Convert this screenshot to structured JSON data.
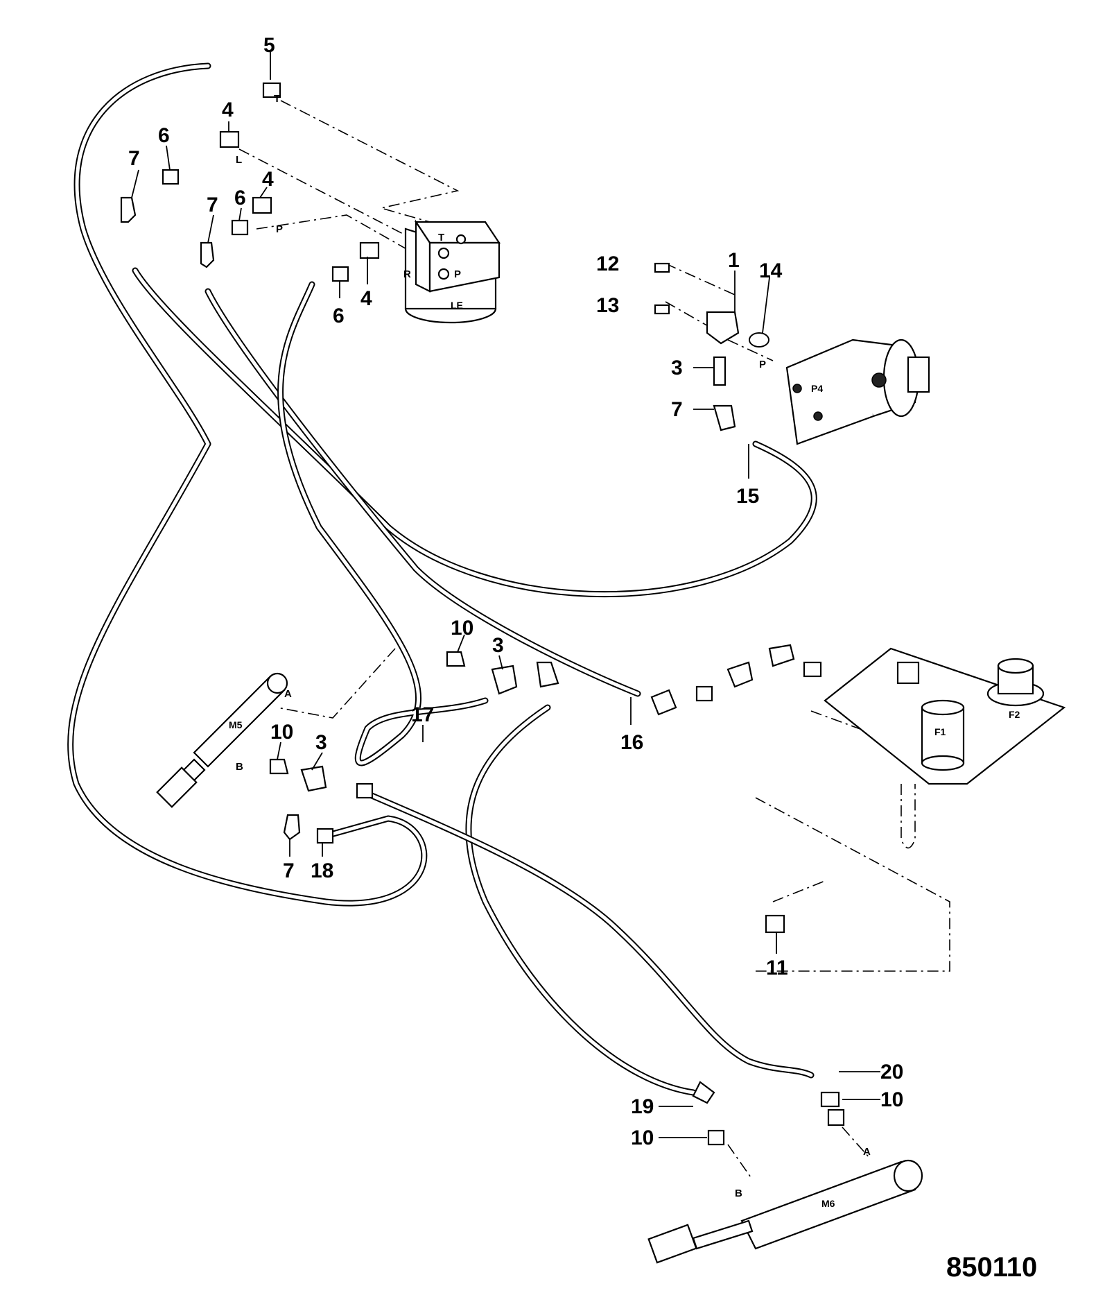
{
  "callouts": {
    "c1": "1",
    "c3a": "3",
    "c3b": "3",
    "c3c": "3",
    "c4a": "4",
    "c4b": "4",
    "c4c": "4",
    "c5": "5",
    "c6a": "6",
    "c6b": "6",
    "c6c": "6",
    "c7a": "7",
    "c7b": "7",
    "c7c": "7",
    "c7d": "7",
    "c10a": "10",
    "c10b": "10",
    "c10c": "10",
    "c10d": "10",
    "c11": "11",
    "c12": "12",
    "c13": "13",
    "c14": "14",
    "c15": "15",
    "c16": "16",
    "c17": "17",
    "c18": "18",
    "c19": "19",
    "c20": "20"
  },
  "ports": {
    "t_top": "T",
    "l": "L",
    "p_top": "P",
    "block_t": "T",
    "block_p": "P",
    "block_r": "R",
    "pump_p": "P",
    "m5_a": "A",
    "m5_b": "B",
    "m6_a": "A",
    "m6_b": "B"
  },
  "units": {
    "valve": "LE",
    "pump": "P4",
    "m5": "M5",
    "m6": "M6",
    "f1": "F1",
    "f2": "F2"
  },
  "doc_number": "850110"
}
